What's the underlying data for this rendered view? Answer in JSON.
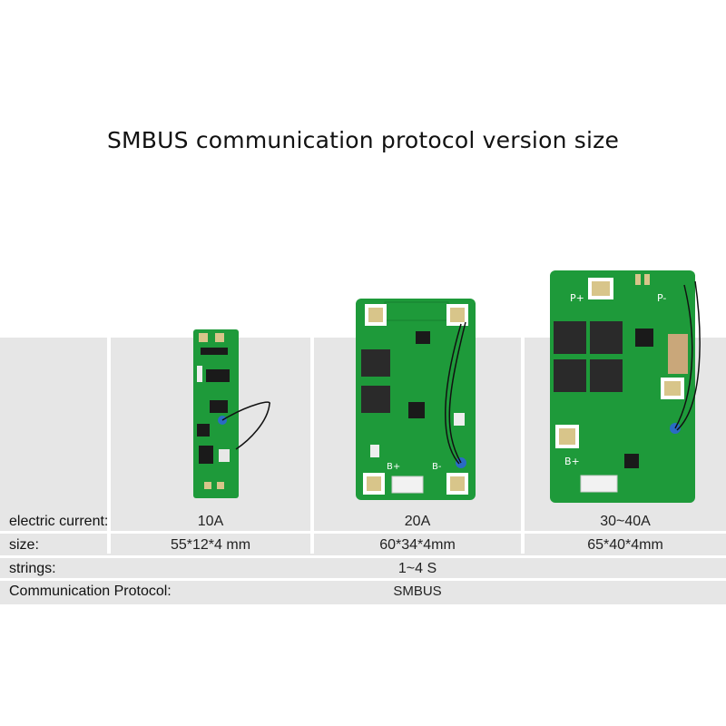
{
  "title": "SMBUS communication protocol version size",
  "labels": {
    "current": "electric current:",
    "size": "size:",
    "strings": "strings:",
    "protocol": "Communication Protocol:"
  },
  "columns": [
    {
      "current": "10A",
      "size": "55*12*4 mm"
    },
    {
      "current": "20A",
      "size": "60*34*4mm"
    },
    {
      "current": "30~40A",
      "size": "65*40*4mm"
    }
  ],
  "strings_value": "1~4 S",
  "protocol_value": "SMBUS",
  "board_markings": {
    "b_plus": "B+",
    "b_minus": "B-",
    "p_plus": "P+",
    "p_minus": "P-"
  },
  "colors": {
    "pcb_green": "#1e9a3a",
    "pad_gold": "#d8c58a",
    "band_gray": "#e6e6e6"
  }
}
